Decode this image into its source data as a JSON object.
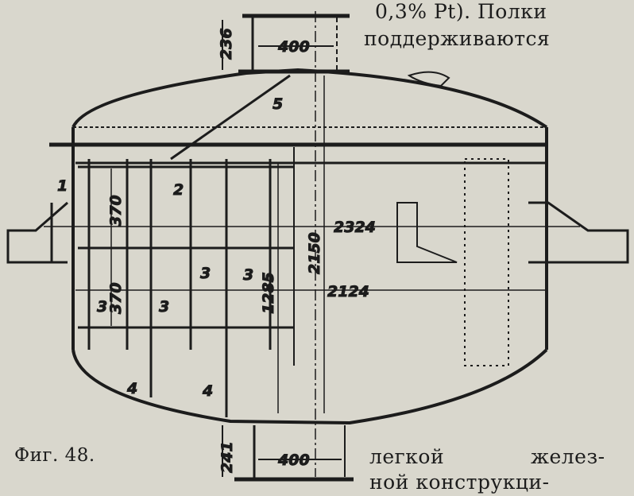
{
  "text": {
    "top_line_1": "0,3% Pt). Полки",
    "top_line_2": "поддерживаются",
    "caption": "Фиг. 48.",
    "bottom_line_1a": "легкой",
    "bottom_line_1b": "желез-",
    "bottom_line_2": "ной конструкци-"
  },
  "figure": {
    "dims": {
      "top_nozzle_height": "236",
      "top_nozzle_width": "400",
      "shelf_spacing_upper": "370",
      "shelf_spacing_lower": "370",
      "outer_diameter": "2324",
      "inner_diameter": "2124",
      "height": "2150",
      "inner_height": "1285",
      "bottom_nozzle_height": "241",
      "bottom_nozzle_width": "400"
    },
    "labels": {
      "p1": "1",
      "p2": "2",
      "p3a": "3",
      "p3b": "3",
      "p3c": "3",
      "p3d": "3",
      "p4a": "4",
      "p4b": "4",
      "p5": "5"
    }
  }
}
